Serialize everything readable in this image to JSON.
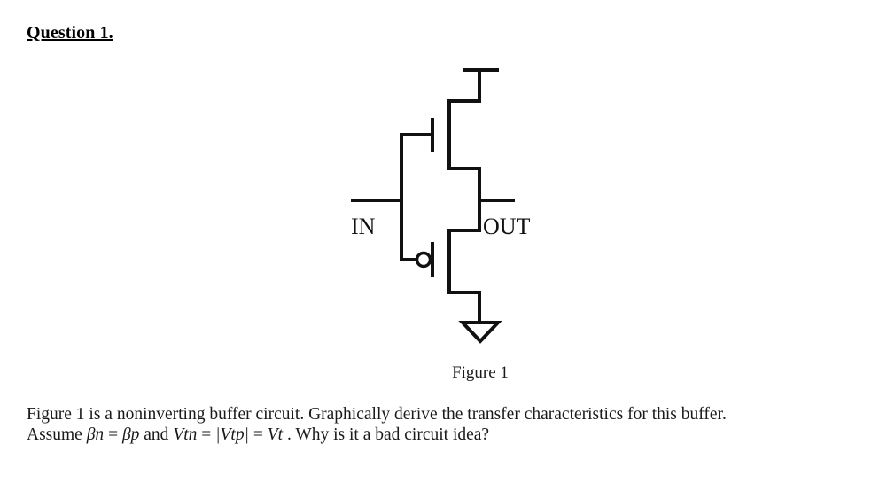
{
  "document": {
    "heading": "Question 1.",
    "figure": {
      "caption": "Figure 1",
      "input_label": "IN",
      "output_label": "OUT",
      "circuit_type": "cmos-noninverting-buffer",
      "elements": [
        "vdd-rail",
        "pmos-transistor-top",
        "nmos-transistor-bottom",
        "inversion-bubble",
        "ground-symbol",
        "input-gate-bus",
        "output-node"
      ],
      "line_color": "#111111"
    },
    "paragraphs": {
      "p1": "Figure 1 is a noninverting buffer circuit. Graphically derive the transfer characteristics for this buffer.",
      "p2_pre": "Assume ",
      "p2_beta_n": "βn",
      "p2_eq1": " = ",
      "p2_beta_p": "βp",
      "p2_and": " and ",
      "p2_vtn": "Vtn",
      "p2_eq2": " = ",
      "p2_vtp": "|Vtp|",
      "p2_eq3": " = ",
      "p2_vt": "Vt",
      "p2_tail": " . Why is it a bad circuit idea?"
    }
  }
}
